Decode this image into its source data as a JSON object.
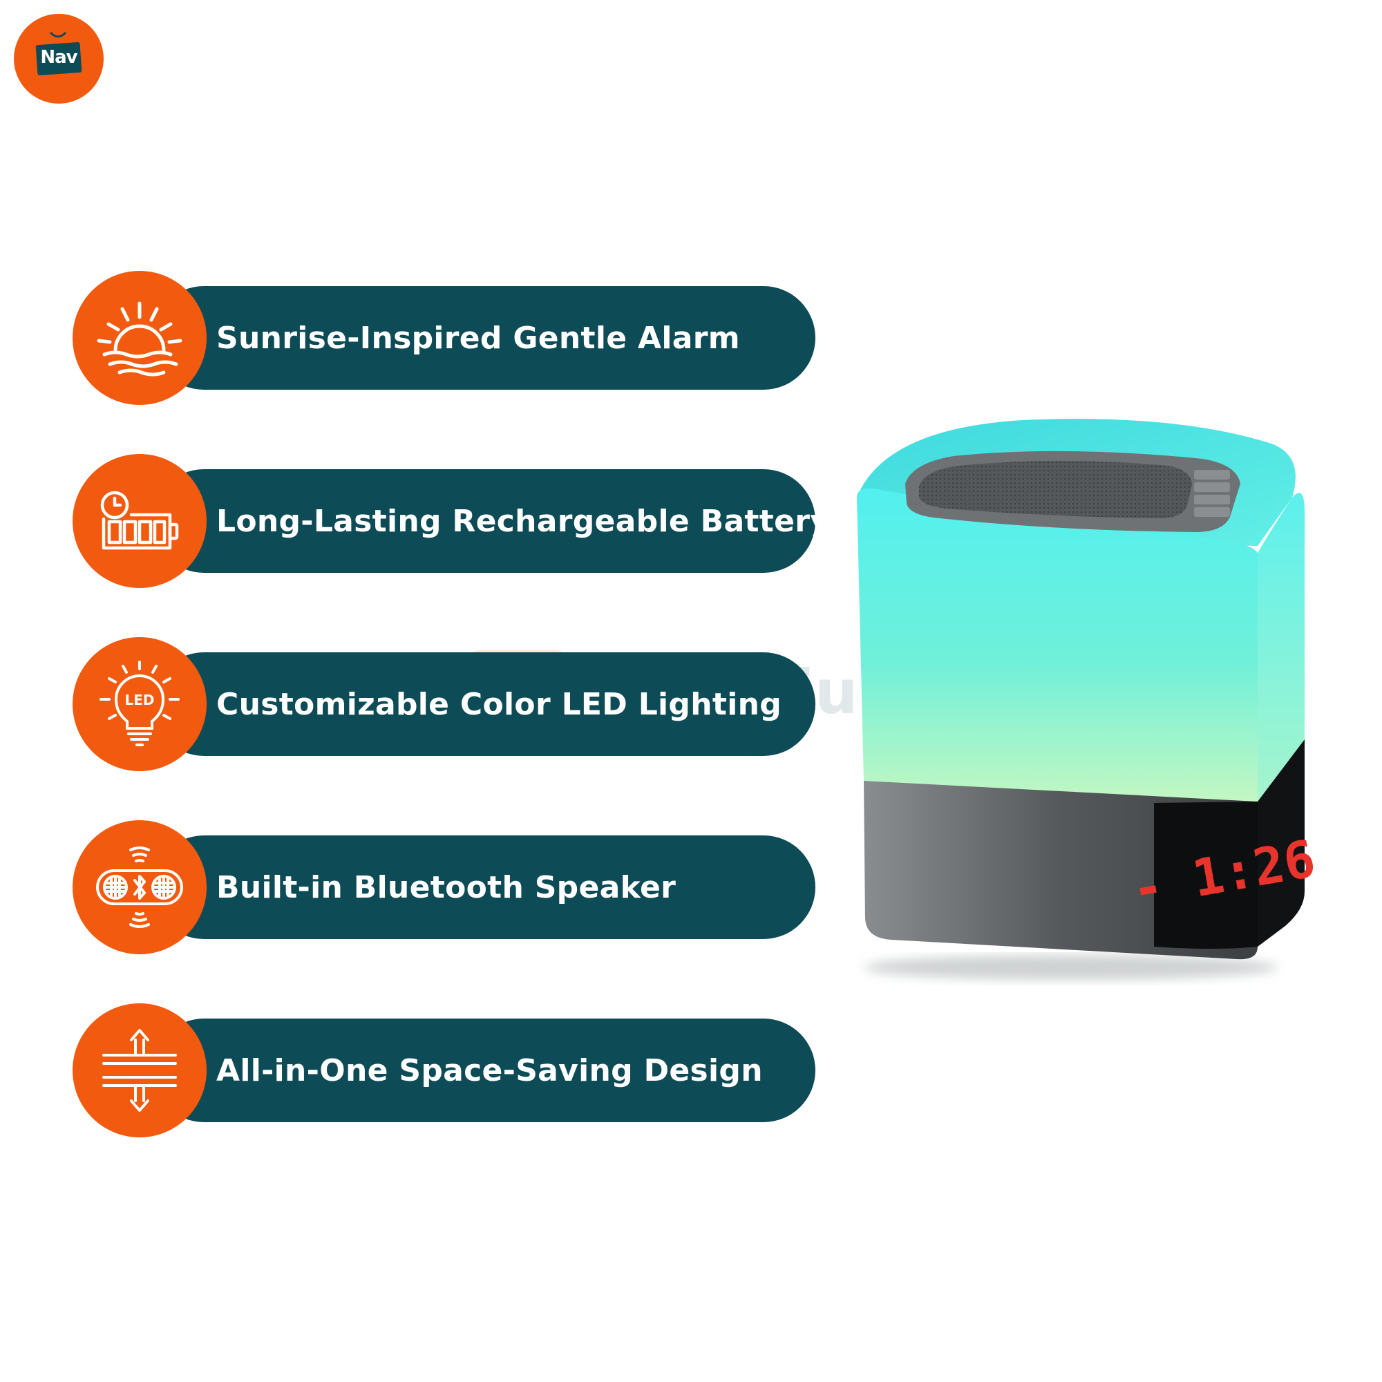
{
  "brand": {
    "logo_text": "Nav",
    "orange": "#f15a0f",
    "teal": "#0d4b56"
  },
  "features": [
    {
      "label": "Sunrise-Inspired Gentle Alarm",
      "icon": "sunrise-icon"
    },
    {
      "label": "Long-Lasting Rechargeable Battery",
      "icon": "battery-clock-icon"
    },
    {
      "label": "Customizable Color LED Lighting",
      "icon": "led-bulb-icon"
    },
    {
      "label": "Built-in Bluetooth Speaker",
      "icon": "bluetooth-speaker-icon"
    },
    {
      "label": "All-in-One Space-Saving Design",
      "icon": "compact-design-icon"
    }
  ],
  "watermark": {
    "text": "Emporium"
  },
  "product": {
    "icon": "cube-lamp-speaker-image",
    "clock_display": "- 1:26",
    "glow_top": "#55eee8",
    "glow_bottom": "#b6f5c6",
    "digit_color": "#e8342c"
  }
}
